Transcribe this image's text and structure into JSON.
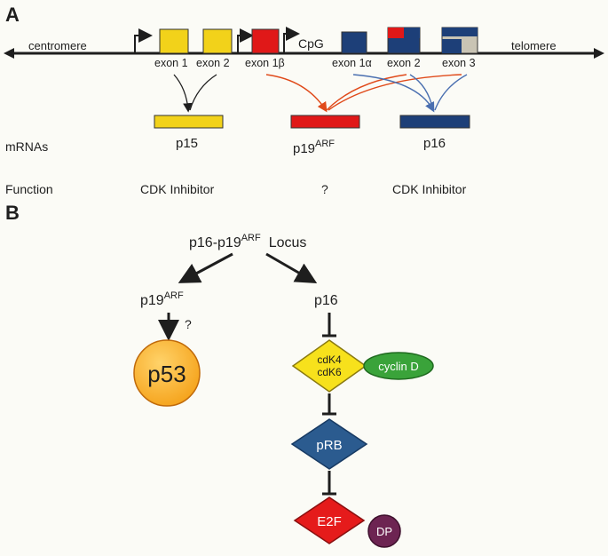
{
  "panel_a": {
    "label": "A",
    "left_end": "centromere",
    "right_end": "telomere",
    "cpg": "CpG",
    "exons": [
      {
        "label": "exon 1",
        "color": "#f2d21a"
      },
      {
        "label": "exon 2",
        "color": "#f2d21a"
      },
      {
        "label": "exon 1β",
        "color": "#e01818"
      },
      {
        "label": "exon 1α",
        "color": "#1d3f78"
      },
      {
        "label": "exon 2",
        "color": "#1d3f78"
      },
      {
        "label": "exon 3",
        "color": "#1d3f78"
      }
    ],
    "mrnas_label": "mRNAs",
    "function_label": "Function",
    "mrnas": [
      {
        "name": "p15",
        "function": "CDK Inhibitor",
        "color": "#f2d21a"
      },
      {
        "name_main": "p19",
        "name_sup": "ARF",
        "function": "?",
        "color": "#e01818"
      },
      {
        "name": "p16",
        "function": "CDK Inhibitor",
        "color": "#1d3f78"
      }
    ]
  },
  "panel_b": {
    "label": "B",
    "locus_main": "p16-p19",
    "locus_sup": "ARF",
    "locus_tail": "Locus",
    "arf_main": "p19",
    "arf_sup": "ARF",
    "question": "?",
    "p16": "p16",
    "p53": "p53",
    "cdk_line1": "cdK4",
    "cdk_line2": "cdK6",
    "cyclin": "cyclin D",
    "prb": "pRB",
    "e2f": "E2F",
    "dp": "DP",
    "colors": {
      "p53": "#f5a21a",
      "cdk": "#f7e11c",
      "cyclin": "#3aa33a",
      "prb": "#2b5b8f",
      "e2f": "#e51b1b",
      "dp": "#6d2452"
    }
  }
}
